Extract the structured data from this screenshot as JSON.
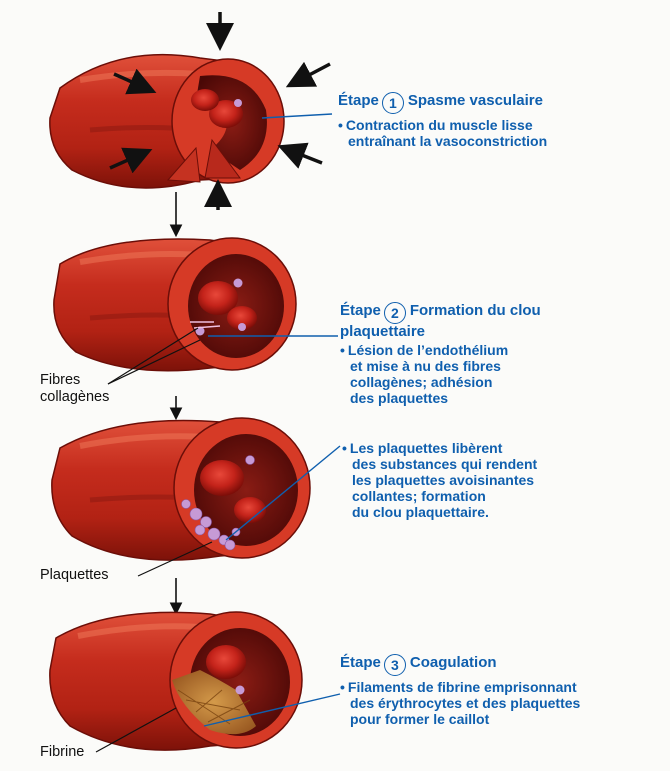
{
  "steps": [
    {
      "step_word": "Étape",
      "number": "1",
      "title": "Spasme vasculaire",
      "bullet_lines": [
        "Contraction du muscle lisse",
        "entraînant la vasoconstriction"
      ]
    },
    {
      "step_word": "Étape",
      "number": "2",
      "title_line1": "Formation du clou",
      "title_line2": "plaquettaire",
      "bullet_lines": [
        "Lésion de l’endothélium",
        "et mise à nu des fibres",
        "collagènes; adhésion",
        "des plaquettes"
      ]
    },
    {
      "bullet_lines": [
        "Les plaquettes libèrent",
        "des substances qui rendent",
        "les plaquettes avoisinantes",
        "collantes; formation",
        "du clou plaquettaire."
      ]
    },
    {
      "step_word": "Étape",
      "number": "3",
      "title": "Coagulation",
      "bullet_lines": [
        "Filaments de fibrine emprisonnant",
        "des érythrocytes et des plaquettes",
        "pour former le caillot"
      ]
    }
  ],
  "labels": {
    "fibres_line1": "Fibres",
    "fibres_line2": "collagènes",
    "plaquettes": "Plaquettes",
    "fibrine": "Fibrine"
  },
  "colors": {
    "text_blue": "#0f5fae",
    "vessel_red": "#c62a1c",
    "vessel_dark": "#8a1410",
    "lumen": "#6b0f0c",
    "platelet": "#c69ad6"
  }
}
